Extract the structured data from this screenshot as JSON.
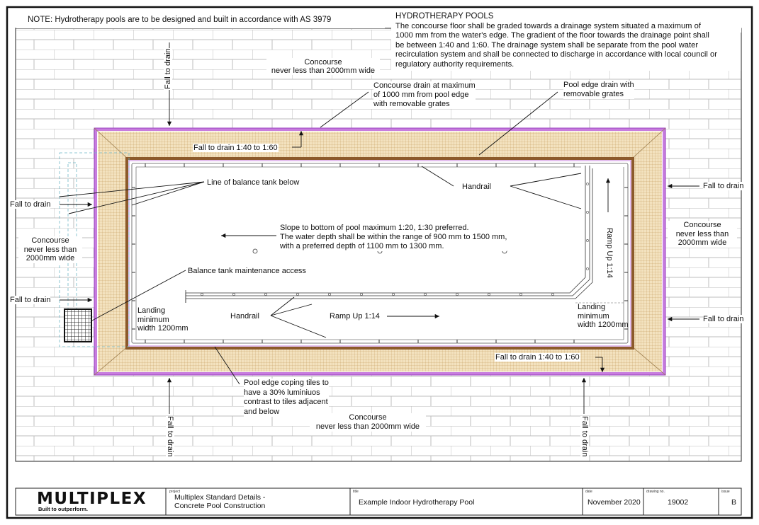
{
  "note": "NOTE: Hydrotherapy pools are to be designed and built in accordance with AS 3979",
  "spec": {
    "heading": "HYDROTHERAPY POOLS",
    "lines": [
      "The concourse floor shall be graded towards a drainage system situated a maximum of",
      "1000 mm from the water's edge. The gradient of the floor towards the drainage point shall",
      "be between 1:40 and 1:60. The drainage system shall be separate from the pool water",
      "recirculation system and shall be connected to discharge in accordance with local council or",
      "regulatory authority requirements."
    ]
  },
  "labels": {
    "concourse_top": [
      "Concourse",
      "never less than 2000mm wide"
    ],
    "concourse_bottom": [
      "Concourse",
      "never less than 2000mm wide"
    ],
    "concourse_left": [
      "Concourse",
      "never less than",
      "2000mm wide"
    ],
    "concourse_right": [
      "Concourse",
      "never less than",
      "2000mm wide"
    ],
    "concourse_drain": [
      "Concourse drain at maximum",
      "of 1000 mm from pool edge",
      "with removable grates"
    ],
    "pool_edge_drain": [
      "Pool edge drain with",
      "removable grates"
    ],
    "fall_to_drain": "Fall to drain",
    "fall_gradient": "Fall to drain 1:40 to 1:60",
    "balance_tank_line": "Line of balance tank below",
    "balance_tank_access": "Balance tank maintenance access",
    "handrail": "Handrail",
    "slope": [
      "Slope to bottom of pool maximum 1:20, 1:30 preferred.",
      "The water depth shall be within the range of 900 mm to 1500 mm,",
      "with a preferred depth of 1100 mm to 1300 mm."
    ],
    "ramp": "Ramp Up 1:14",
    "landing": [
      "Landing",
      "minimum",
      "width 1200mm"
    ],
    "coping": [
      "Pool edge coping tiles to",
      "have a 30% luminiuos",
      "contrast to tiles adjacent",
      "and below"
    ]
  },
  "title_block": {
    "logo": "MULTIPLEX",
    "tagline": "Built to outperform.",
    "project_caption": "project",
    "project_lines": [
      "Multiplex Standard Details -",
      "Concrete Pool Construction"
    ],
    "title_caption": "title",
    "title": "Example Indoor Hydrotherapy Pool",
    "date_caption": "date",
    "date": "November 2020",
    "drawing_caption": "drawing no.",
    "drawing_no": "19002",
    "issue_caption": "issue",
    "issue": "B"
  },
  "colors": {
    "border_line": "#222222",
    "brick_line": "#b8b8b8",
    "purple_edge": "#c77dde",
    "coping_tile": "#e8d2a8",
    "drain_brown": "#8c5a2b",
    "balance_tank_line": "#6fb7c8"
  }
}
